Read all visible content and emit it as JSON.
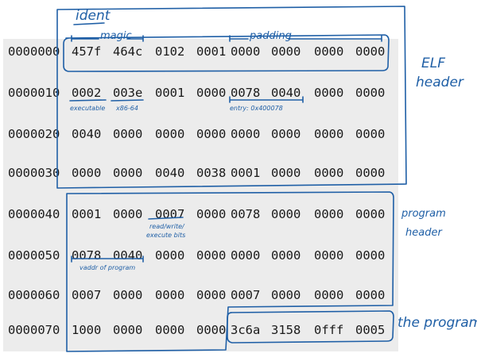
{
  "rows": [
    {
      "address": "0000000",
      "words": [
        "457f",
        "464c",
        "0102",
        "0001",
        "0000",
        "0000",
        "0000",
        "0000"
      ]
    },
    {
      "address": "0000010",
      "words": [
        "0002",
        "003e",
        "0001",
        "0000",
        "0078",
        "0040",
        "0000",
        "0000"
      ]
    },
    {
      "address": "0000020",
      "words": [
        "0040",
        "0000",
        "0000",
        "0000",
        "0000",
        "0000",
        "0000",
        "0000"
      ]
    },
    {
      "address": "0000030",
      "words": [
        "0000",
        "0000",
        "0040",
        "0038",
        "0001",
        "0000",
        "0000",
        "0000"
      ]
    },
    {
      "address": "0000040",
      "words": [
        "0001",
        "0000",
        "0007",
        "0000",
        "0078",
        "0000",
        "0000",
        "0000"
      ]
    },
    {
      "address": "0000050",
      "words": [
        "0078",
        "0040",
        "0000",
        "0000",
        "0000",
        "0000",
        "0000",
        "0000"
      ]
    },
    {
      "address": "0000060",
      "words": [
        "0007",
        "0000",
        "0000",
        "0000",
        "0007",
        "0000",
        "0000",
        "0000"
      ]
    },
    {
      "address": "0000070",
      "words": [
        "1000",
        "0000",
        "0000",
        "0000",
        "3c6a",
        "3158",
        "0fff",
        "0005"
      ]
    }
  ],
  "annotations": {
    "ident": "ident",
    "magic": "magic",
    "padding": "padding",
    "elf_header_line1": "ELF",
    "elf_header_line2": "header",
    "executable": "executable",
    "x86_64": "x86-64",
    "entry": "entry: 0x400078",
    "program_header_line1": "program",
    "program_header_line2": "header",
    "perm_line1": "read/write/",
    "perm_line2": "execute bits",
    "vaddr": "vaddr of program",
    "the_program": "the program"
  },
  "colors": {
    "ink": "#1f5fa6",
    "panel": "#ececec",
    "text": "#1a1a1a"
  }
}
